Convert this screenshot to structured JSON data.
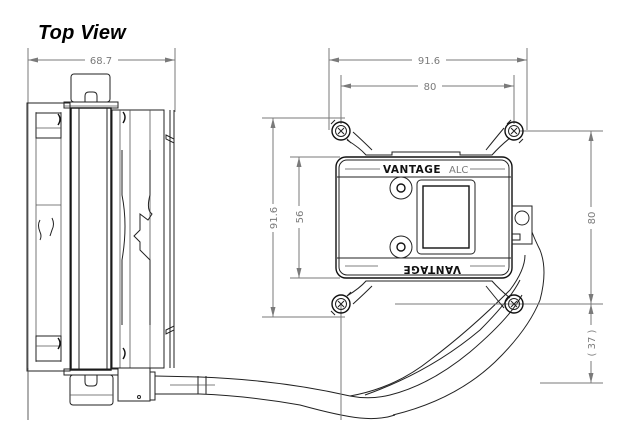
{
  "title": "Top View",
  "dimensions": {
    "side_width": "68.7",
    "block_overall_width": "91.6",
    "block_hole_spacing_width": "80",
    "block_overall_height": "91.6",
    "block_height": "56",
    "hole_spacing_height": "80",
    "tube_offset": "( 37 )"
  },
  "block": {
    "brand_top": "VANTAGE",
    "brand_top_suffix": "ALC",
    "brand_bottom": "VANTAGE"
  },
  "colors": {
    "dimension_line": "#7a7a7a",
    "outline": "#222222",
    "background": "#ffffff"
  }
}
